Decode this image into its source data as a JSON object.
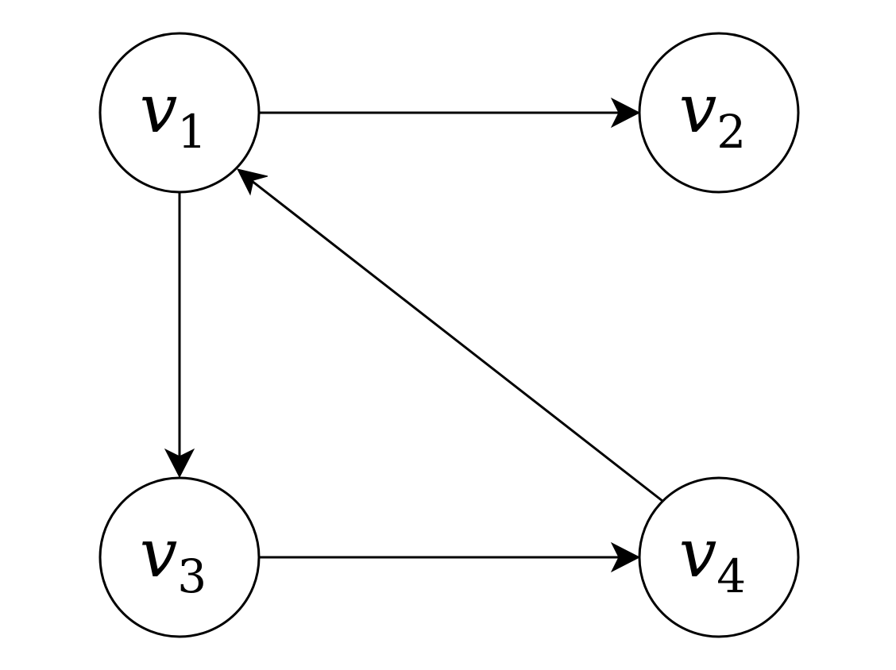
{
  "diagram": {
    "nodes": [
      {
        "id": "v1",
        "var": "v",
        "sub": "1"
      },
      {
        "id": "v2",
        "var": "v",
        "sub": "2"
      },
      {
        "id": "v3",
        "var": "v",
        "sub": "3"
      },
      {
        "id": "v4",
        "var": "v",
        "sub": "4"
      }
    ],
    "edges": [
      {
        "from": "v1",
        "to": "v2"
      },
      {
        "from": "v1",
        "to": "v3"
      },
      {
        "from": "v3",
        "to": "v4"
      },
      {
        "from": "v4",
        "to": "v1"
      }
    ],
    "colors": {
      "stroke": "#000000",
      "fill": "#ffffff"
    }
  }
}
